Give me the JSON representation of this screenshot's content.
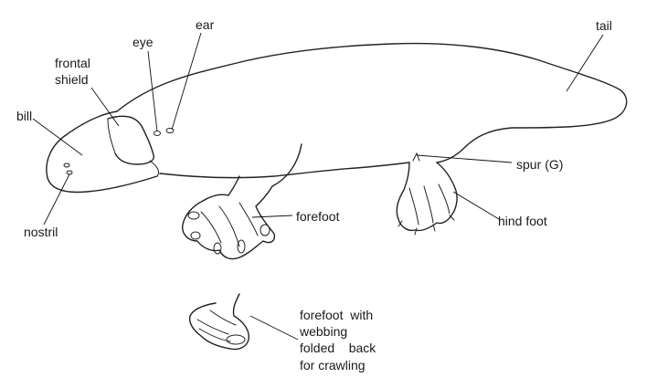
{
  "labels": {
    "ear": "ear",
    "tail": "tail",
    "eye": "eye",
    "frontal_shield_line1": "frontal",
    "frontal_shield_line2": "shield",
    "bill": "bill",
    "spur_word": "spur",
    "spur_mark": "(G)",
    "forefoot": "forefoot",
    "hind_foot": "hind foot",
    "nostril": "nostril",
    "forefoot_folded_line1": "forefoot  with",
    "forefoot_folded_line2": "webbing",
    "forefoot_folded_line3": "folded    back",
    "forefoot_folded_line4": "for crawling"
  }
}
